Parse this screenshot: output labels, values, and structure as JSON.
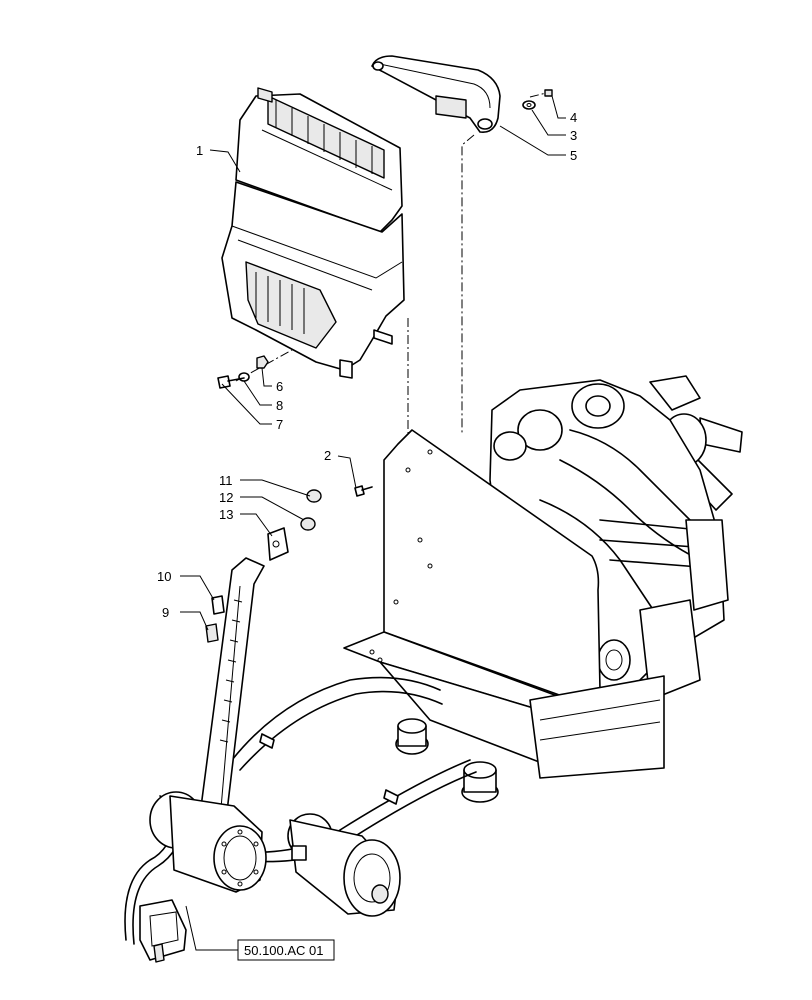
{
  "callouts": {
    "c1": "1",
    "c2": "2",
    "c3": "3",
    "c4": "4",
    "c5": "5",
    "c6": "6",
    "c7": "7",
    "c8": "8",
    "c9": "9",
    "c10": "10",
    "c11": "11",
    "c12": "12",
    "c13": "13"
  },
  "reference_label": "50.100.AC 01"
}
